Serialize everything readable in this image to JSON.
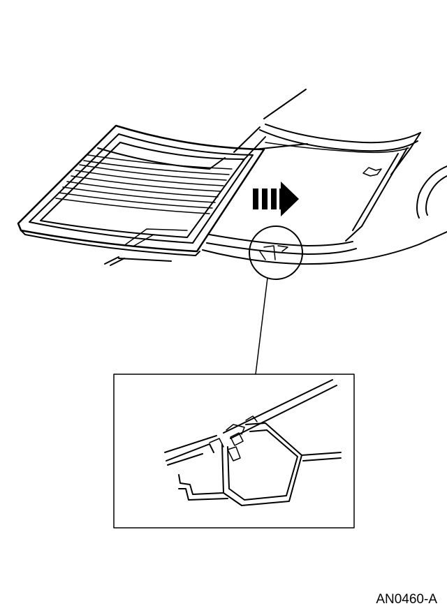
{
  "diagram": {
    "figure_code": "AN0460-A",
    "icons": [
      "windshield-glass",
      "install-direction-arrow",
      "detail-callout",
      "retaining-clip-detail"
    ]
  }
}
